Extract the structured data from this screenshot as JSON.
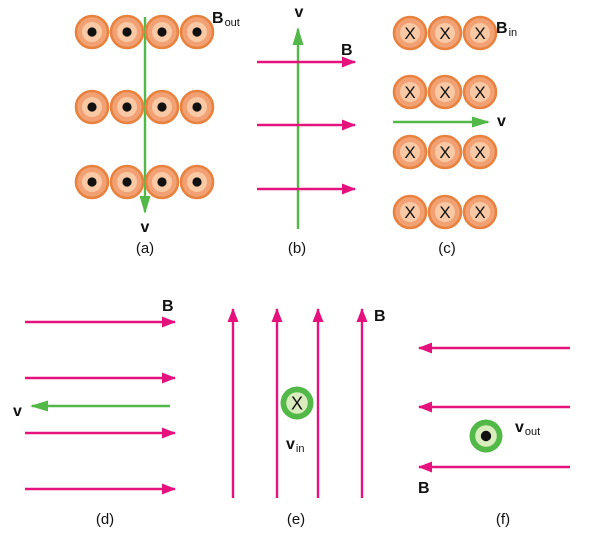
{
  "labels": {
    "field": "B",
    "velocity": "v",
    "sub_out": "out",
    "sub_in": "in",
    "into_page_symbol": "X"
  },
  "panels": [
    {
      "caption": "(a)",
      "field_label": "B",
      "field_sub": "out",
      "velocity_label": "v",
      "field_symbol": "dot-out-of-page",
      "grid": {
        "rows": 3,
        "cols": 4
      },
      "velocity_direction": "down"
    },
    {
      "caption": "(b)",
      "field_label": "B",
      "velocity_label": "v",
      "field_arrows": 3,
      "field_direction": "right",
      "velocity_direction": "up"
    },
    {
      "caption": "(c)",
      "field_label": "B",
      "field_sub": "in",
      "velocity_label": "v",
      "field_symbol": "cross-into-page",
      "grid": {
        "rows": 4,
        "cols": 3
      },
      "velocity_direction": "right"
    },
    {
      "caption": "(d)",
      "field_label": "B",
      "velocity_label": "v",
      "field_arrows": 4,
      "field_direction": "right",
      "velocity_direction": "left"
    },
    {
      "caption": "(e)",
      "field_label": "B",
      "velocity_label": "v",
      "velocity_sub": "in",
      "field_arrows": 4,
      "field_direction": "up",
      "velocity_symbol": "cross-into-page"
    },
    {
      "caption": "(f)",
      "field_label": "B",
      "velocity_label": "v",
      "velocity_sub": "out",
      "field_arrows": 3,
      "field_direction": "left",
      "velocity_symbol": "dot-out-of-page"
    }
  ],
  "colors": {
    "field_arrow": "#e5127d",
    "velocity_arrow": "#52b848",
    "field_circle_stroke": "#e8823f",
    "field_circle_fill": "#f2a174",
    "field_circle_inner": "#f8c9a4",
    "velocity_circle_ring": "#52b848",
    "velocity_circle_inner": "#d9ecbe",
    "symbol": "#111111",
    "text": "#111111"
  }
}
